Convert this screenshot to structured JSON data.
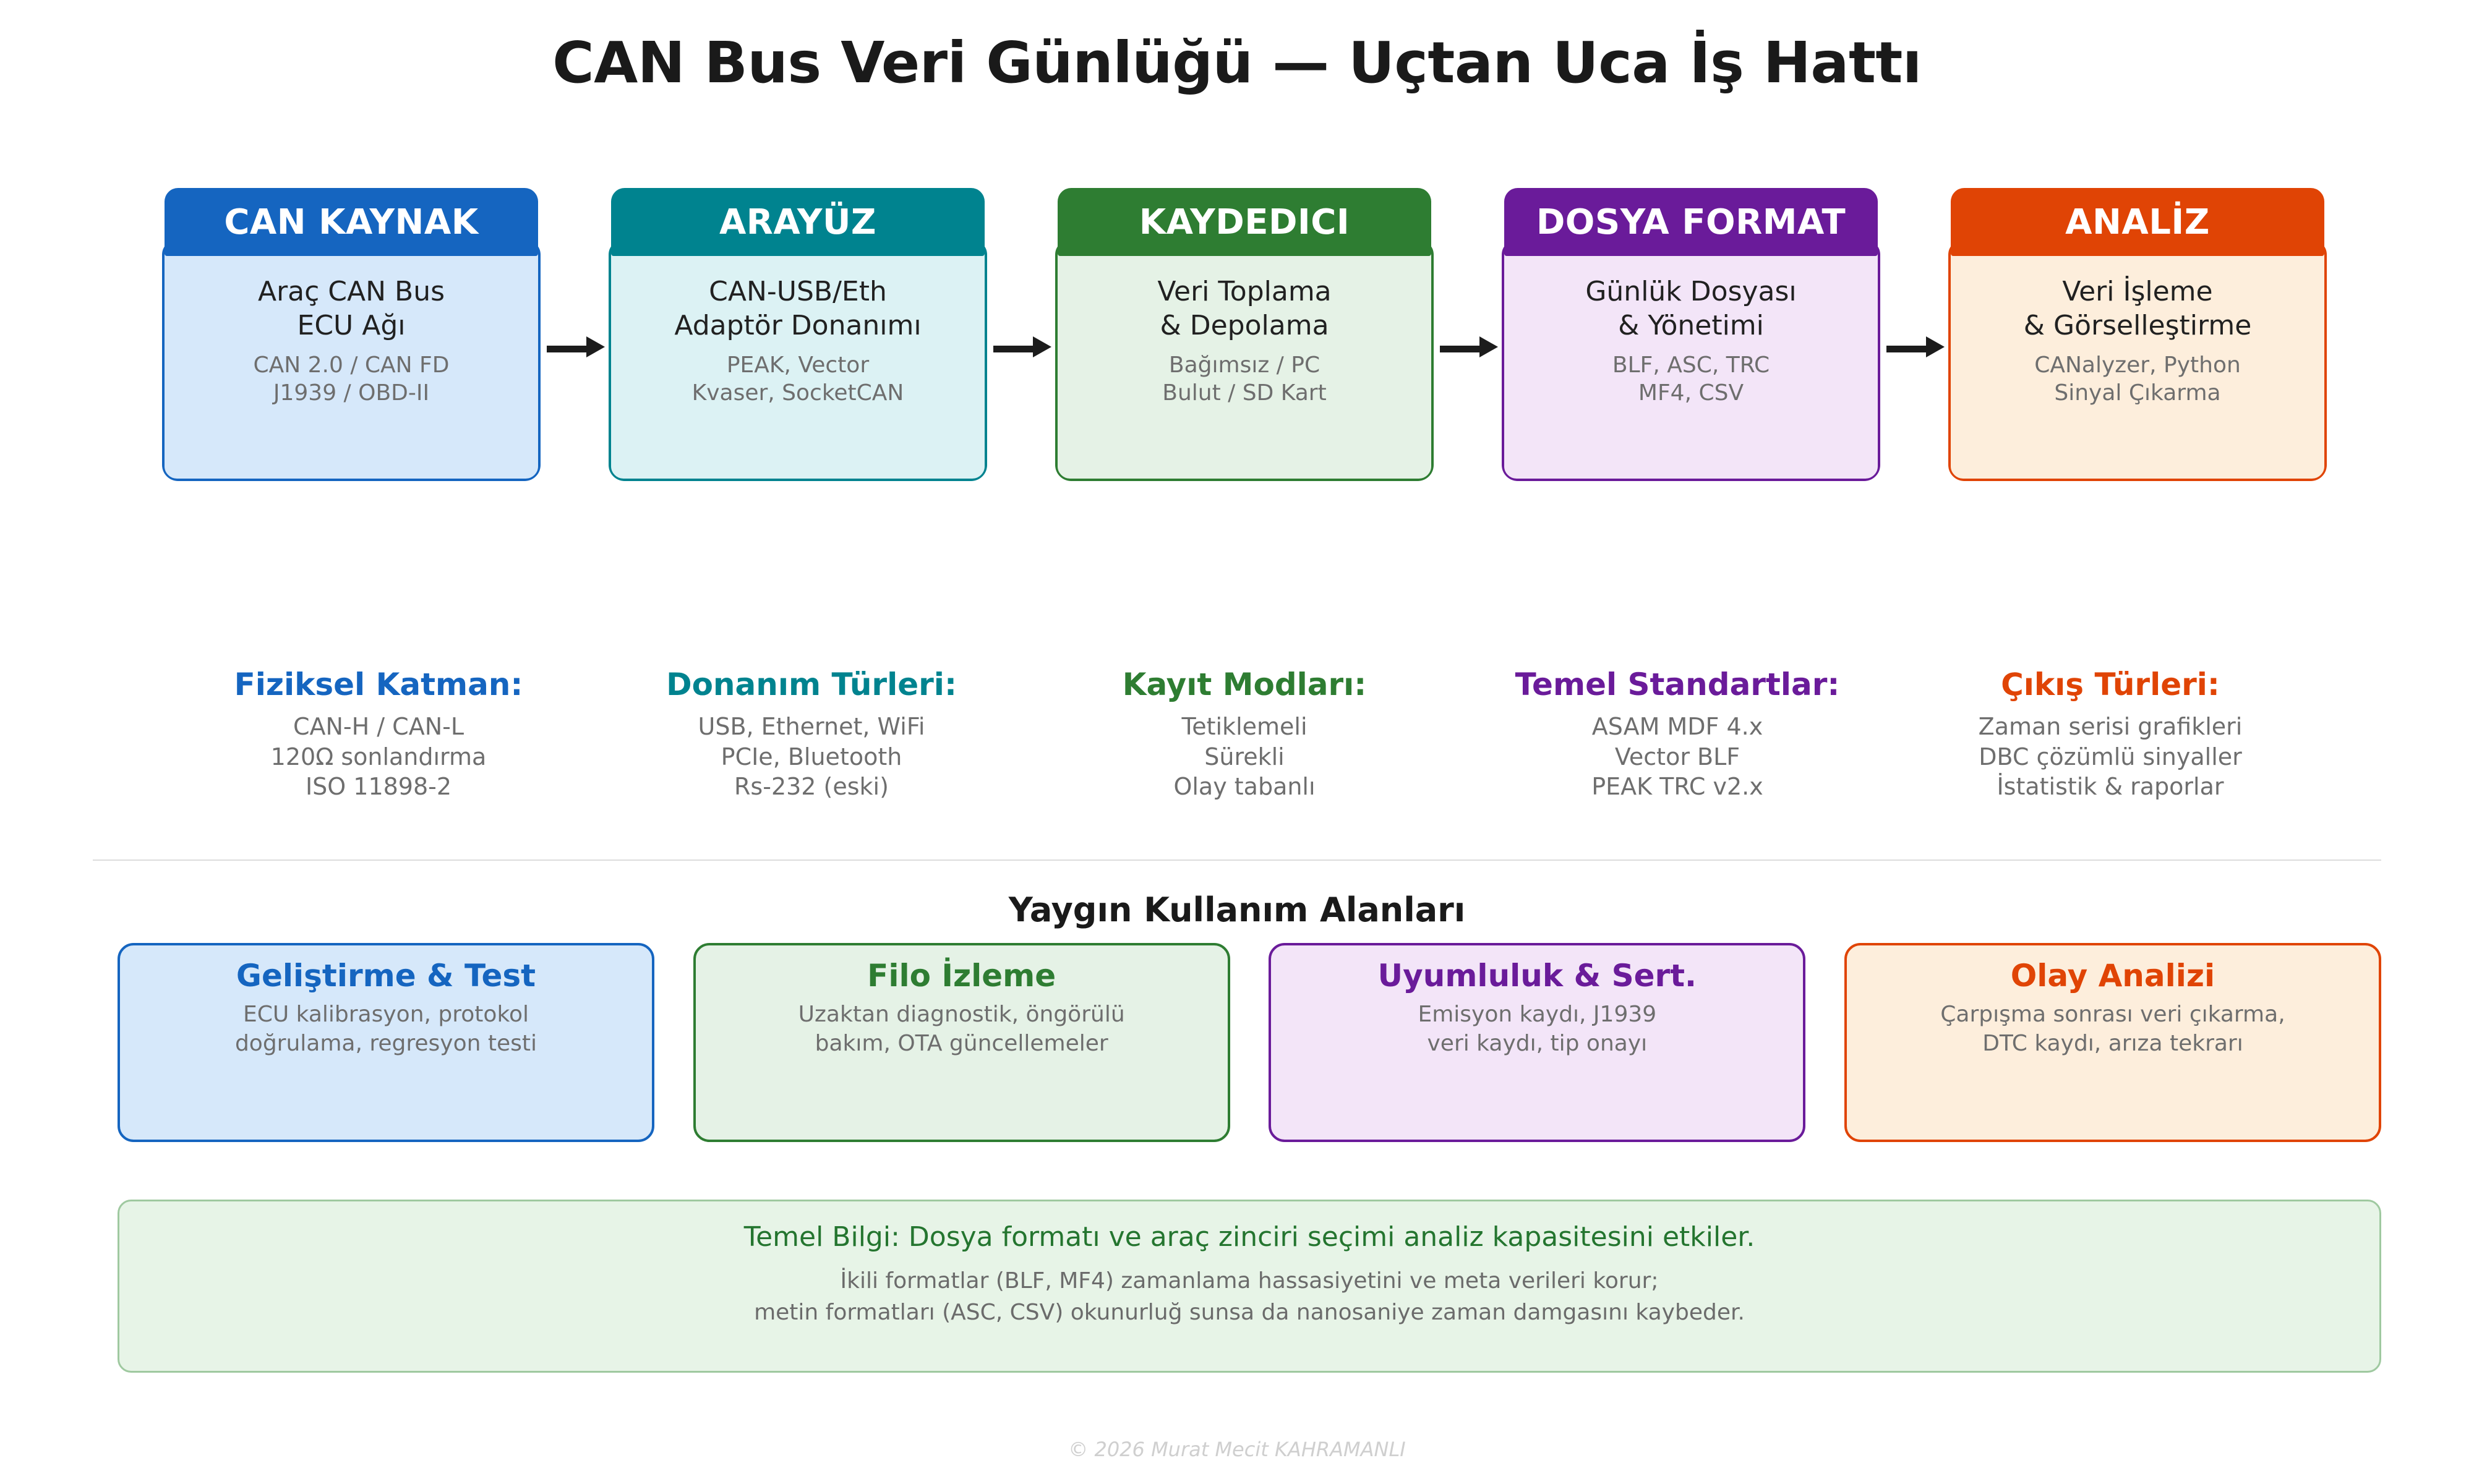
{
  "title": "CAN Bus Veri Günlüğü — Uçtan Uca İş Hattı",
  "pipeline": {
    "stages": [
      {
        "header": "CAN KAYNAK",
        "main": "Araç CAN Bus\nECU Ağı",
        "sub": "CAN 2.0 / CAN FD\nJ1939 / OBD-II",
        "accent": "#1565c0",
        "fill": "#d6e8fa"
      },
      {
        "header": "ARAYÜZ",
        "main": "CAN-USB/Eth\nAdaptör Donanımı",
        "sub": "PEAK, Vector\nKvaser, SocketCAN",
        "accent": "#00838f",
        "fill": "#dcf2f4"
      },
      {
        "header": "KAYDEDICI",
        "main": "Veri Toplama\n& Depolama",
        "sub": "Bağımsız / PC\nBulut / SD Kart",
        "accent": "#2e7d32",
        "fill": "#e5f2e6"
      },
      {
        "header": "DOSYA FORMAT",
        "main": "Günlük Dosyası\n& Yönetimi",
        "sub": "BLF, ASC, TRC\nMF4, CSV",
        "accent": "#6a1b9a",
        "fill": "#f3e5f8"
      },
      {
        "header": "ANALİZ",
        "main": "Veri İşleme\n& Görselleştirme",
        "sub": "CANalyzer, Python\nSinyal Çıkarma",
        "accent": "#e04405",
        "fill": "#fdeedc"
      }
    ]
  },
  "details": {
    "columns": [
      {
        "heading": "Fiziksel Katman:",
        "lines": "CAN-H / CAN-L\n120Ω sonlandırma\nISO 11898-2",
        "color": "#1565c0"
      },
      {
        "heading": "Donanım Türleri:",
        "lines": "USB, Ethernet, WiFi\nPCIe, Bluetooth\nRs-232 (eski)",
        "color": "#00838f"
      },
      {
        "heading": "Kayıt Modları:",
        "lines": "Tetiklemeli\nSürekli\nOlay tabanlı",
        "color": "#2e7d32"
      },
      {
        "heading": "Temel Standartlar:",
        "lines": "ASAM MDF 4.x\nVector BLF\nPEAK TRC v2.x",
        "color": "#6a1b9a"
      },
      {
        "heading": "Çıkış Türleri:",
        "lines": "Zaman serisi grafikleri\nDBC çözümlü sinyaller\nİstatistik & raporlar",
        "color": "#e04405"
      }
    ]
  },
  "usecases": {
    "section_title": "Yaygın Kullanım Alanları",
    "cards": [
      {
        "title": "Geliştirme & Test",
        "desc": "ECU kalibrasyon, protokol\ndoğrulama, regresyon testi",
        "accent": "#1565c0",
        "fill": "#d6e8fa"
      },
      {
        "title": "Filo İzleme",
        "desc": "Uzaktan diagnostik, öngörülü\nbakım, OTA güncellemeler",
        "accent": "#2e7d32",
        "fill": "#e5f2e6"
      },
      {
        "title": "Uyumluluk & Sert.",
        "desc": "Emisyon kaydı, J1939\nveri kaydı, tip onayı",
        "accent": "#6a1b9a",
        "fill": "#f3e5f8"
      },
      {
        "title": "Olay Analizi",
        "desc": "Çarpışma sonrası veri çıkarma,\nDTC kaydı, arıza tekrarı",
        "accent": "#e04405",
        "fill": "#fdeedc"
      }
    ]
  },
  "key_info": {
    "headline": "Temel Bilgi: Dosya formatı ve araç zinciri seçimi analiz kapasitesini etkiler.",
    "detail": "İkili formatlar (BLF, MF4) zamanlama hassasiyetini ve meta verileri korur;\nmetin formatları (ASC, CSV) okunurluğ sunsa da nanosaniye zaman damgasını kaybeder."
  },
  "footer": "© 2026 Murat Mecit KAHRAMANLI"
}
